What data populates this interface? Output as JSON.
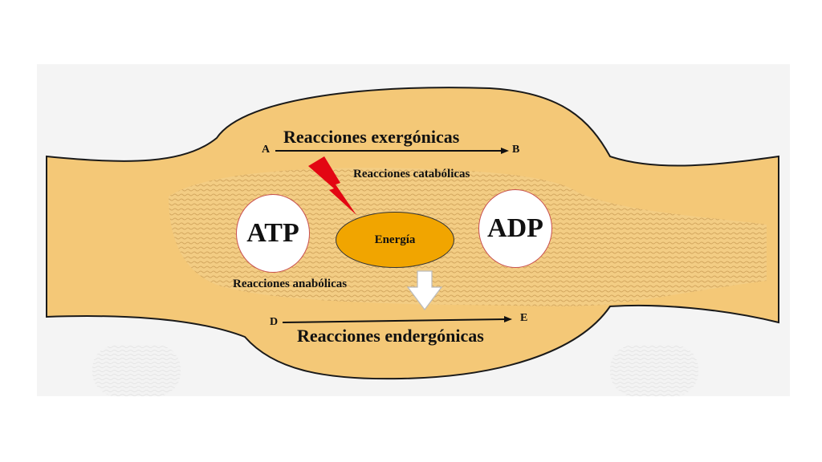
{
  "diagram": {
    "top_title": "Reacciones exergónicas",
    "top_start": "A",
    "top_end": "B",
    "catabolic": "Reacciones catabólicas",
    "atp": "ATP",
    "adp": "ADP",
    "energy": "Energía",
    "anabolic": "Reacciones anabólicas",
    "bottom_start": "D",
    "bottom_end": "E",
    "bottom_title": "Reacciones endergónicas"
  },
  "colors": {
    "background_panel": "#f2f2f2",
    "cell_fill": "#f4c877",
    "cell_outline": "#1a1a1a",
    "membrane_texture": "#e8c28a",
    "energy_fill": "#f1a500",
    "lightning": "#e30613",
    "hollow_arrow": "#ffffff"
  }
}
